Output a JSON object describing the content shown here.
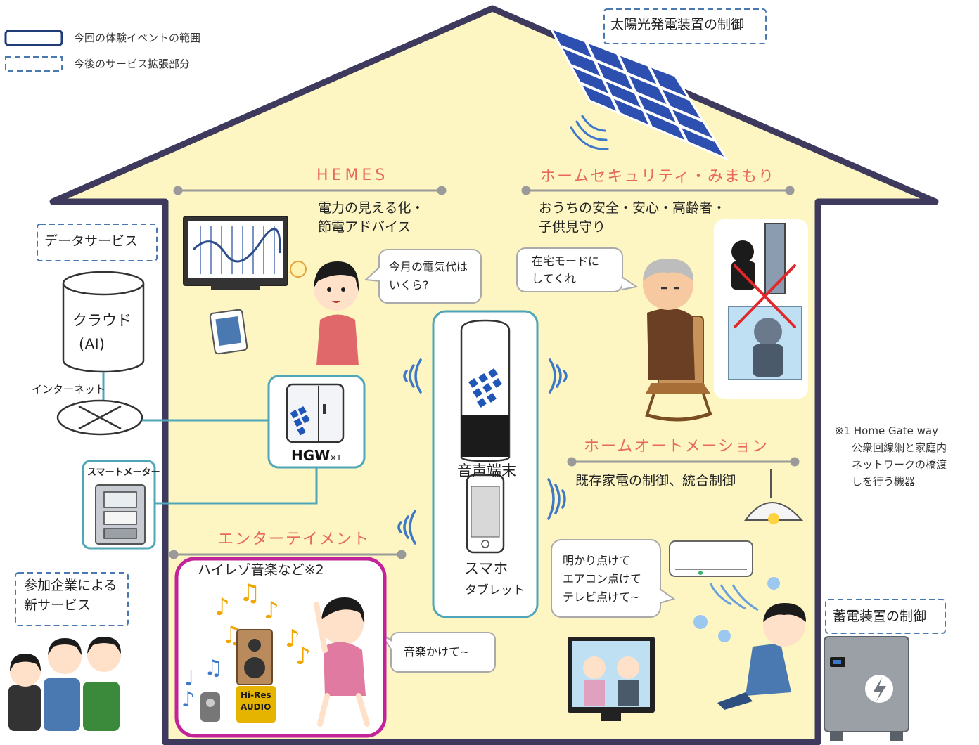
{
  "legend": {
    "current_scope": "今回の体験イベントの範囲",
    "future_scope": "今後のサービス拡張部分"
  },
  "solar": {
    "label": "太陽光発電装置の制御"
  },
  "hemes": {
    "title": "HEMES",
    "description_line1": "電力の見える化・",
    "description_line2": "節電アドバイス",
    "speech_line1": "今月の電気代は",
    "speech_line2": "いくら?"
  },
  "security": {
    "title": "ホームセキュリティ・みまもり",
    "description_line1": "おうちの安全・安心・高齢者・",
    "description_line2": "子供見守り",
    "speech_line1": "在宅モードに",
    "speech_line2": "してくれ"
  },
  "data_service": {
    "label": "データサービス",
    "cloud_line1": "クラウド",
    "cloud_line2": "(AI)",
    "internet": "インターネット"
  },
  "hgw": {
    "label": "HGW",
    "footnote_mark": "※1"
  },
  "smart_meter": {
    "label": "スマートメーター"
  },
  "voice_terminal": {
    "label": "音声端末",
    "phone_line1": "スマホ",
    "phone_line2": "タブレット"
  },
  "automation": {
    "title": "ホームオートメーション",
    "description": "既存家電の制御、統合制御",
    "speech_line1": "明かり点けて",
    "speech_line2": "エアコン点けて",
    "speech_line3": "テレビ点けて~"
  },
  "entertainment": {
    "title": "エンターテイメント",
    "description": "ハイレゾ音楽など※2",
    "speech": "音楽かけて~",
    "speaker_badge_line1": "Hi-Res",
    "speaker_badge_line2": "AUDIO"
  },
  "partners": {
    "label_line1": "参加企業による",
    "label_line2": "新サービス"
  },
  "storage": {
    "label": "蓄電装置の制御"
  },
  "footnote": {
    "line1": "※1 Home Gate way",
    "line2": "公衆回線網と家庭内",
    "line3": "ネットワークの橋渡",
    "line4": "しを行う機器"
  },
  "colors": {
    "house_fill": "#fdf6c3",
    "house_outline": "#3d3a5e",
    "accent_red": "#e6695a",
    "frame_blue": "#4fa6b8",
    "dash_blue": "#4a78b0",
    "frame_magenta": "#c3239a",
    "solar_blue": "#2c4fb0"
  }
}
